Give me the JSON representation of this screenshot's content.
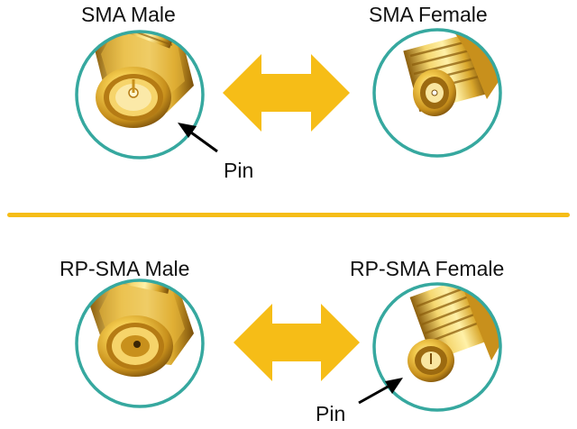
{
  "top": {
    "left_title": "SMA Male",
    "right_title": "SMA Female",
    "pin_label": "Pin"
  },
  "bottom": {
    "left_title": "RP-SMA Male",
    "right_title": "RP-SMA Female",
    "pin_label": "Pin"
  },
  "colors": {
    "ring": "#36a89f",
    "arrow": "#f6bd17",
    "divider": "#f6bd17",
    "gold_light": "#f5d770",
    "gold_mid": "#d9a72c",
    "gold_dark": "#8c5f0e"
  },
  "icons": [
    "double-arrow-icon",
    "pointer-arrow-icon"
  ]
}
